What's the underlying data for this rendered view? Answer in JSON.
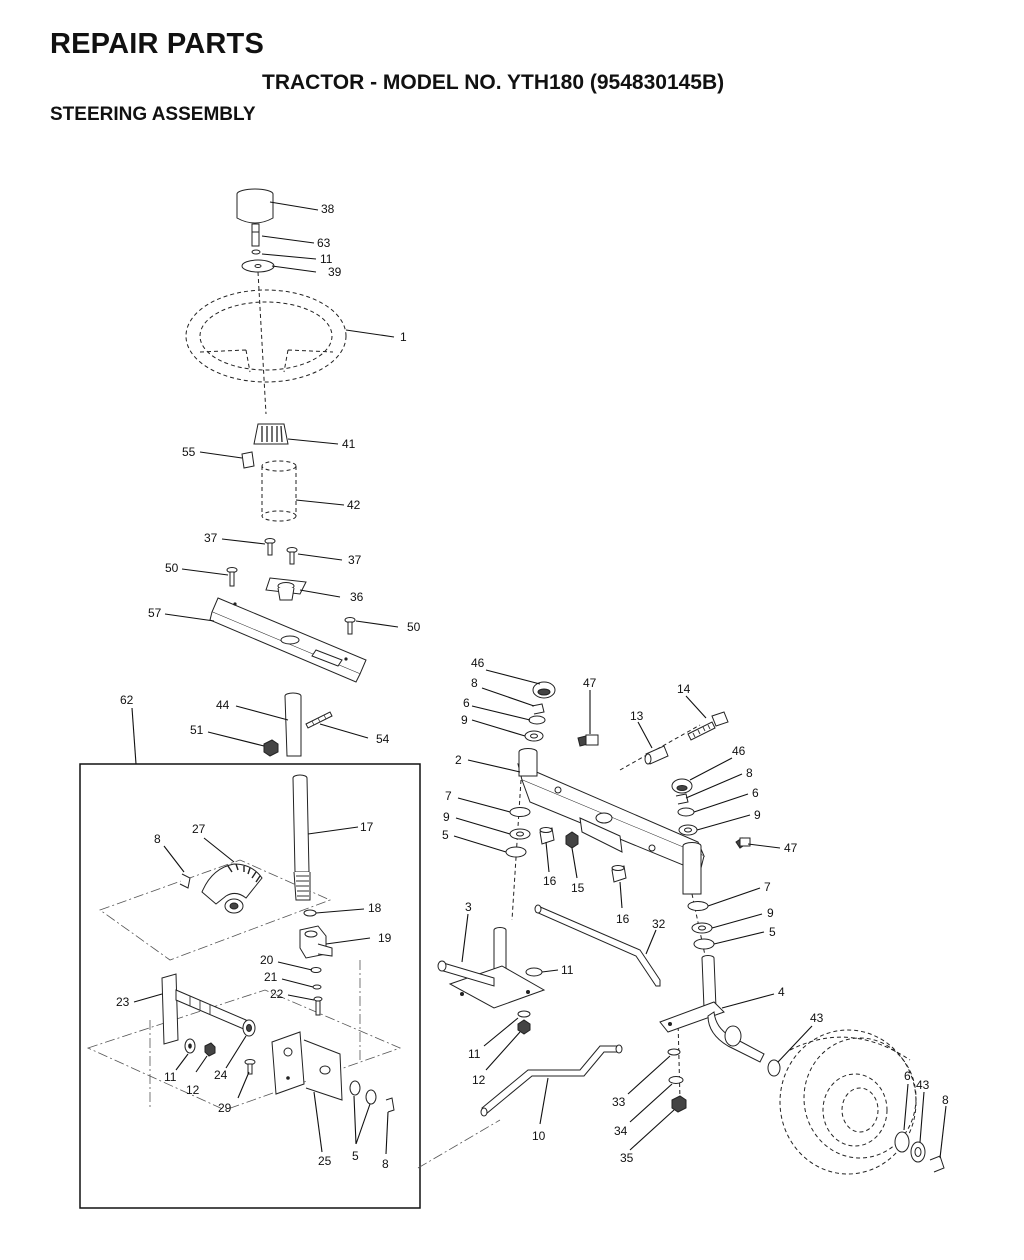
{
  "header": {
    "title": "REPAIR PARTS",
    "model_line": "TRACTOR - MODEL NO. YTH180 (954830145B)",
    "section": "STEERING ASSEMBLY"
  },
  "callouts": [
    {
      "id": "c38",
      "text": "38"
    },
    {
      "id": "c63",
      "text": "63"
    },
    {
      "id": "c11a",
      "text": "11"
    },
    {
      "id": "c39",
      "text": "39"
    },
    {
      "id": "c1",
      "text": "1"
    },
    {
      "id": "c41",
      "text": "41"
    },
    {
      "id": "c55",
      "text": "55"
    },
    {
      "id": "c42",
      "text": "42"
    },
    {
      "id": "c37a",
      "text": "37"
    },
    {
      "id": "c37b",
      "text": "37"
    },
    {
      "id": "c50a",
      "text": "50"
    },
    {
      "id": "c36",
      "text": "36"
    },
    {
      "id": "c57",
      "text": "57"
    },
    {
      "id": "c50b",
      "text": "50"
    },
    {
      "id": "c62",
      "text": "62"
    },
    {
      "id": "c44",
      "text": "44"
    },
    {
      "id": "c51",
      "text": "51"
    },
    {
      "id": "c54",
      "text": "54"
    },
    {
      "id": "c17",
      "text": "17"
    },
    {
      "id": "c27",
      "text": "27"
    },
    {
      "id": "c8a",
      "text": "8"
    },
    {
      "id": "c18",
      "text": "18"
    },
    {
      "id": "c19",
      "text": "19"
    },
    {
      "id": "c20",
      "text": "20"
    },
    {
      "id": "c21",
      "text": "21"
    },
    {
      "id": "c22",
      "text": "22"
    },
    {
      "id": "c23",
      "text": "23"
    },
    {
      "id": "c11b",
      "text": "11"
    },
    {
      "id": "c12a",
      "text": "12"
    },
    {
      "id": "c24",
      "text": "24"
    },
    {
      "id": "c29",
      "text": "29"
    },
    {
      "id": "c25",
      "text": "25"
    },
    {
      "id": "c5a",
      "text": "5"
    },
    {
      "id": "c8b",
      "text": "8"
    },
    {
      "id": "c46a",
      "text": "46"
    },
    {
      "id": "c8c",
      "text": "8"
    },
    {
      "id": "c6a",
      "text": "6"
    },
    {
      "id": "c9a",
      "text": "9"
    },
    {
      "id": "c47a",
      "text": "47"
    },
    {
      "id": "c13",
      "text": "13"
    },
    {
      "id": "c14",
      "text": "14"
    },
    {
      "id": "c2",
      "text": "2"
    },
    {
      "id": "c46b",
      "text": "46"
    },
    {
      "id": "c8d",
      "text": "8"
    },
    {
      "id": "c6b",
      "text": "6"
    },
    {
      "id": "c9b",
      "text": "9"
    },
    {
      "id": "c7a",
      "text": "7"
    },
    {
      "id": "c9c",
      "text": "9"
    },
    {
      "id": "c5b",
      "text": "5"
    },
    {
      "id": "c16a",
      "text": "16"
    },
    {
      "id": "c15",
      "text": "15"
    },
    {
      "id": "c16b",
      "text": "16"
    },
    {
      "id": "c47b",
      "text": "47"
    },
    {
      "id": "c7b",
      "text": "7"
    },
    {
      "id": "c9d",
      "text": "9"
    },
    {
      "id": "c5c",
      "text": "5"
    },
    {
      "id": "c3",
      "text": "3"
    },
    {
      "id": "c32",
      "text": "32"
    },
    {
      "id": "c11c",
      "text": "11"
    },
    {
      "id": "c4",
      "text": "4"
    },
    {
      "id": "c43a",
      "text": "43"
    },
    {
      "id": "c11d",
      "text": "11"
    },
    {
      "id": "c12b",
      "text": "12"
    },
    {
      "id": "c10",
      "text": "10"
    },
    {
      "id": "c33",
      "text": "33"
    },
    {
      "id": "c34",
      "text": "34"
    },
    {
      "id": "c35",
      "text": "35"
    },
    {
      "id": "c6c",
      "text": "6"
    },
    {
      "id": "c43b",
      "text": "43"
    },
    {
      "id": "c8e",
      "text": "8"
    }
  ]
}
